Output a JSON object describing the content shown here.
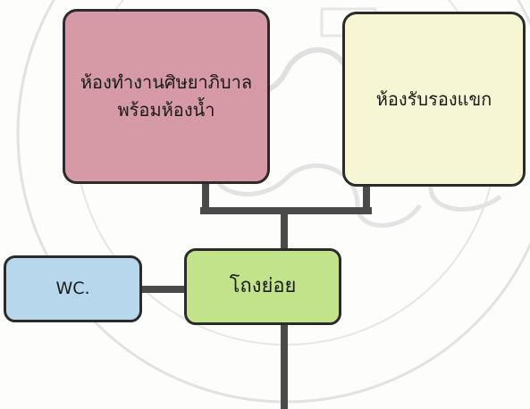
{
  "diagram": {
    "nodes": {
      "nurse_room": {
        "label_line1": "ห้องทำงานศิษยาภิบาล",
        "label_line2": "พร้อมห้องน้ำ",
        "color": "#d69aa6"
      },
      "reception_room": {
        "label": "ห้องรับรองแขก",
        "color": "#f6f6d4"
      },
      "wc": {
        "label": "WC.",
        "color": "#b7d7ec"
      },
      "hallway": {
        "label": "โถงย่อย",
        "color": "#c3e38a"
      }
    },
    "edges": [
      {
        "from": "nurse_room",
        "to": "hallway"
      },
      {
        "from": "reception_room",
        "to": "hallway"
      },
      {
        "from": "wc",
        "to": "hallway"
      },
      {
        "from": "hallway",
        "to": "continues-below"
      }
    ],
    "line_color": "#4a4a4a"
  }
}
